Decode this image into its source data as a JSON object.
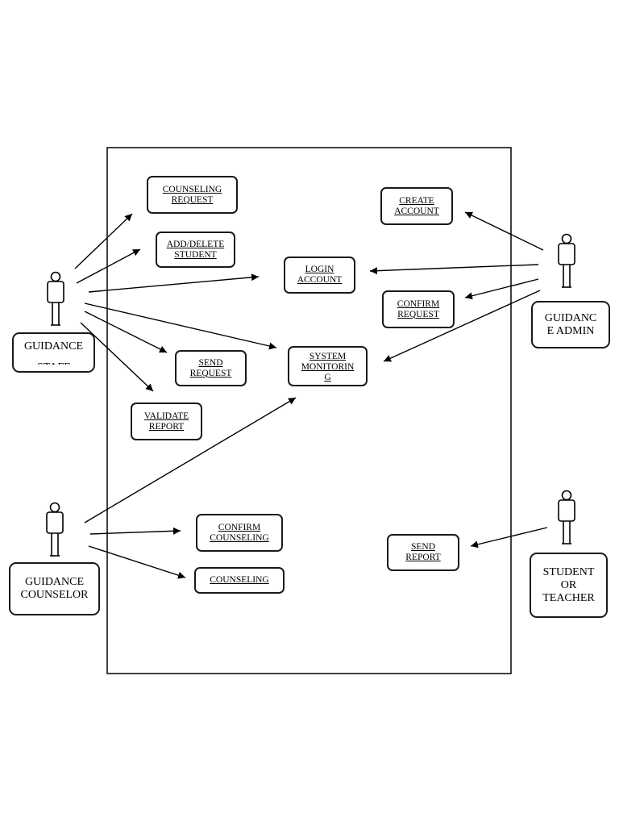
{
  "use_cases": {
    "counseling_request": [
      "COUNSELING",
      "REQUEST"
    ],
    "add_delete_student": [
      "ADD/DELETE",
      "STUDENT"
    ],
    "login_account": [
      "LOGIN",
      "ACCOUNT"
    ],
    "create_account": [
      "CREATE",
      "ACCOUNT"
    ],
    "confirm_request": [
      "CONFIRM",
      "REQUEST"
    ],
    "send_request": [
      "SEND",
      "REQUEST"
    ],
    "system_monitoring": [
      "SYSTEM",
      "MONITORIN",
      "G"
    ],
    "validate_report": [
      "VALIDATE",
      "REPORT"
    ],
    "confirm_counseling": [
      "CONFIRM",
      "COUNSELING"
    ],
    "counseling": [
      "COUNSELING"
    ],
    "send_report": [
      "SEND",
      "REPORT"
    ]
  },
  "actors": {
    "guidance_staff": [
      "GUIDANCE",
      "STAFF"
    ],
    "guidance_admin": [
      "GUIDANC",
      "E ADMIN"
    ],
    "guidance_counselor": [
      "GUIDANCE",
      "COUNSELOR"
    ],
    "student_teacher": [
      "STUDENT",
      "OR",
      "TEACHER"
    ]
  },
  "colors": {
    "line": "#000000",
    "box_border": "#1a1a1a",
    "background": "#ffffff"
  }
}
